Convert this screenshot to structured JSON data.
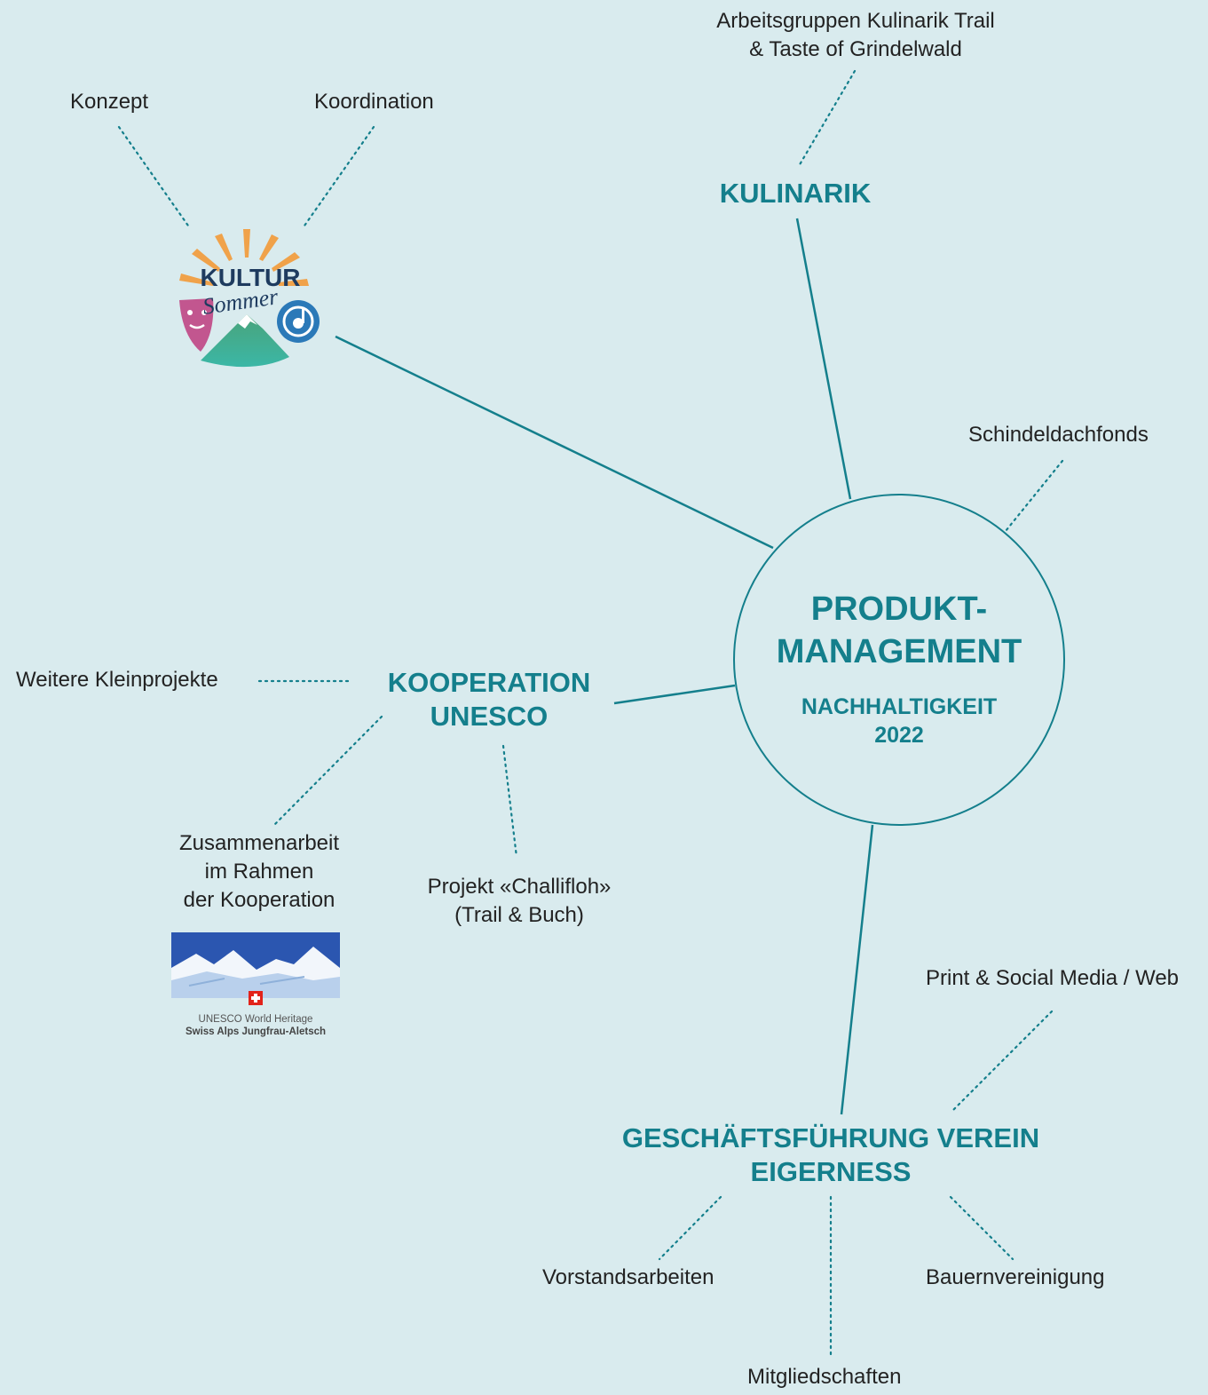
{
  "hub": {
    "title_line1": "PRODUKT-",
    "title_line2": "MANAGEMENT",
    "subtitle_line1": "NACHHALTIGKEIT",
    "subtitle_line2": "2022"
  },
  "kultur": {
    "logo_text_1": "KULTUR",
    "logo_text_2": "Sommer",
    "konzept": "Konzept",
    "koordination": "Koordination"
  },
  "kulinarik": {
    "heading": "KULINARIK",
    "child_line1": "Arbeitsgruppen Kulinarik Trail",
    "child_line2": "& Taste of Grindelwald"
  },
  "schindel": {
    "label": "Schindeldachfonds"
  },
  "unesco": {
    "heading_line1": "KOOPERATION",
    "heading_line2": "UNESCO",
    "weitere": "Weitere Kleinprojekte",
    "zusammen_line1": "Zusammenarbeit",
    "zusammen_line2": "im Rahmen",
    "zusammen_line3": "der Kooperation",
    "projekt_line1": "Projekt «Challifloh»",
    "projekt_line2": "(Trail & Buch)",
    "logo_text_1": "UNESCO World Heritage",
    "logo_text_2": "Swiss Alps Jungfrau-Aletsch"
  },
  "geschaeft": {
    "heading_line1": "GESCHÄFTSFÜHRUNG VEREIN",
    "heading_line2": "EIGERNESS",
    "print": "Print & Social Media / Web",
    "vorstand": "Vorstandsarbeiten",
    "mitglied": "Mitgliedschaften",
    "bauern": "Bauernvereinigung"
  },
  "colors": {
    "accent": "#147f8c",
    "background": "#d9ebee",
    "text": "#222222"
  }
}
